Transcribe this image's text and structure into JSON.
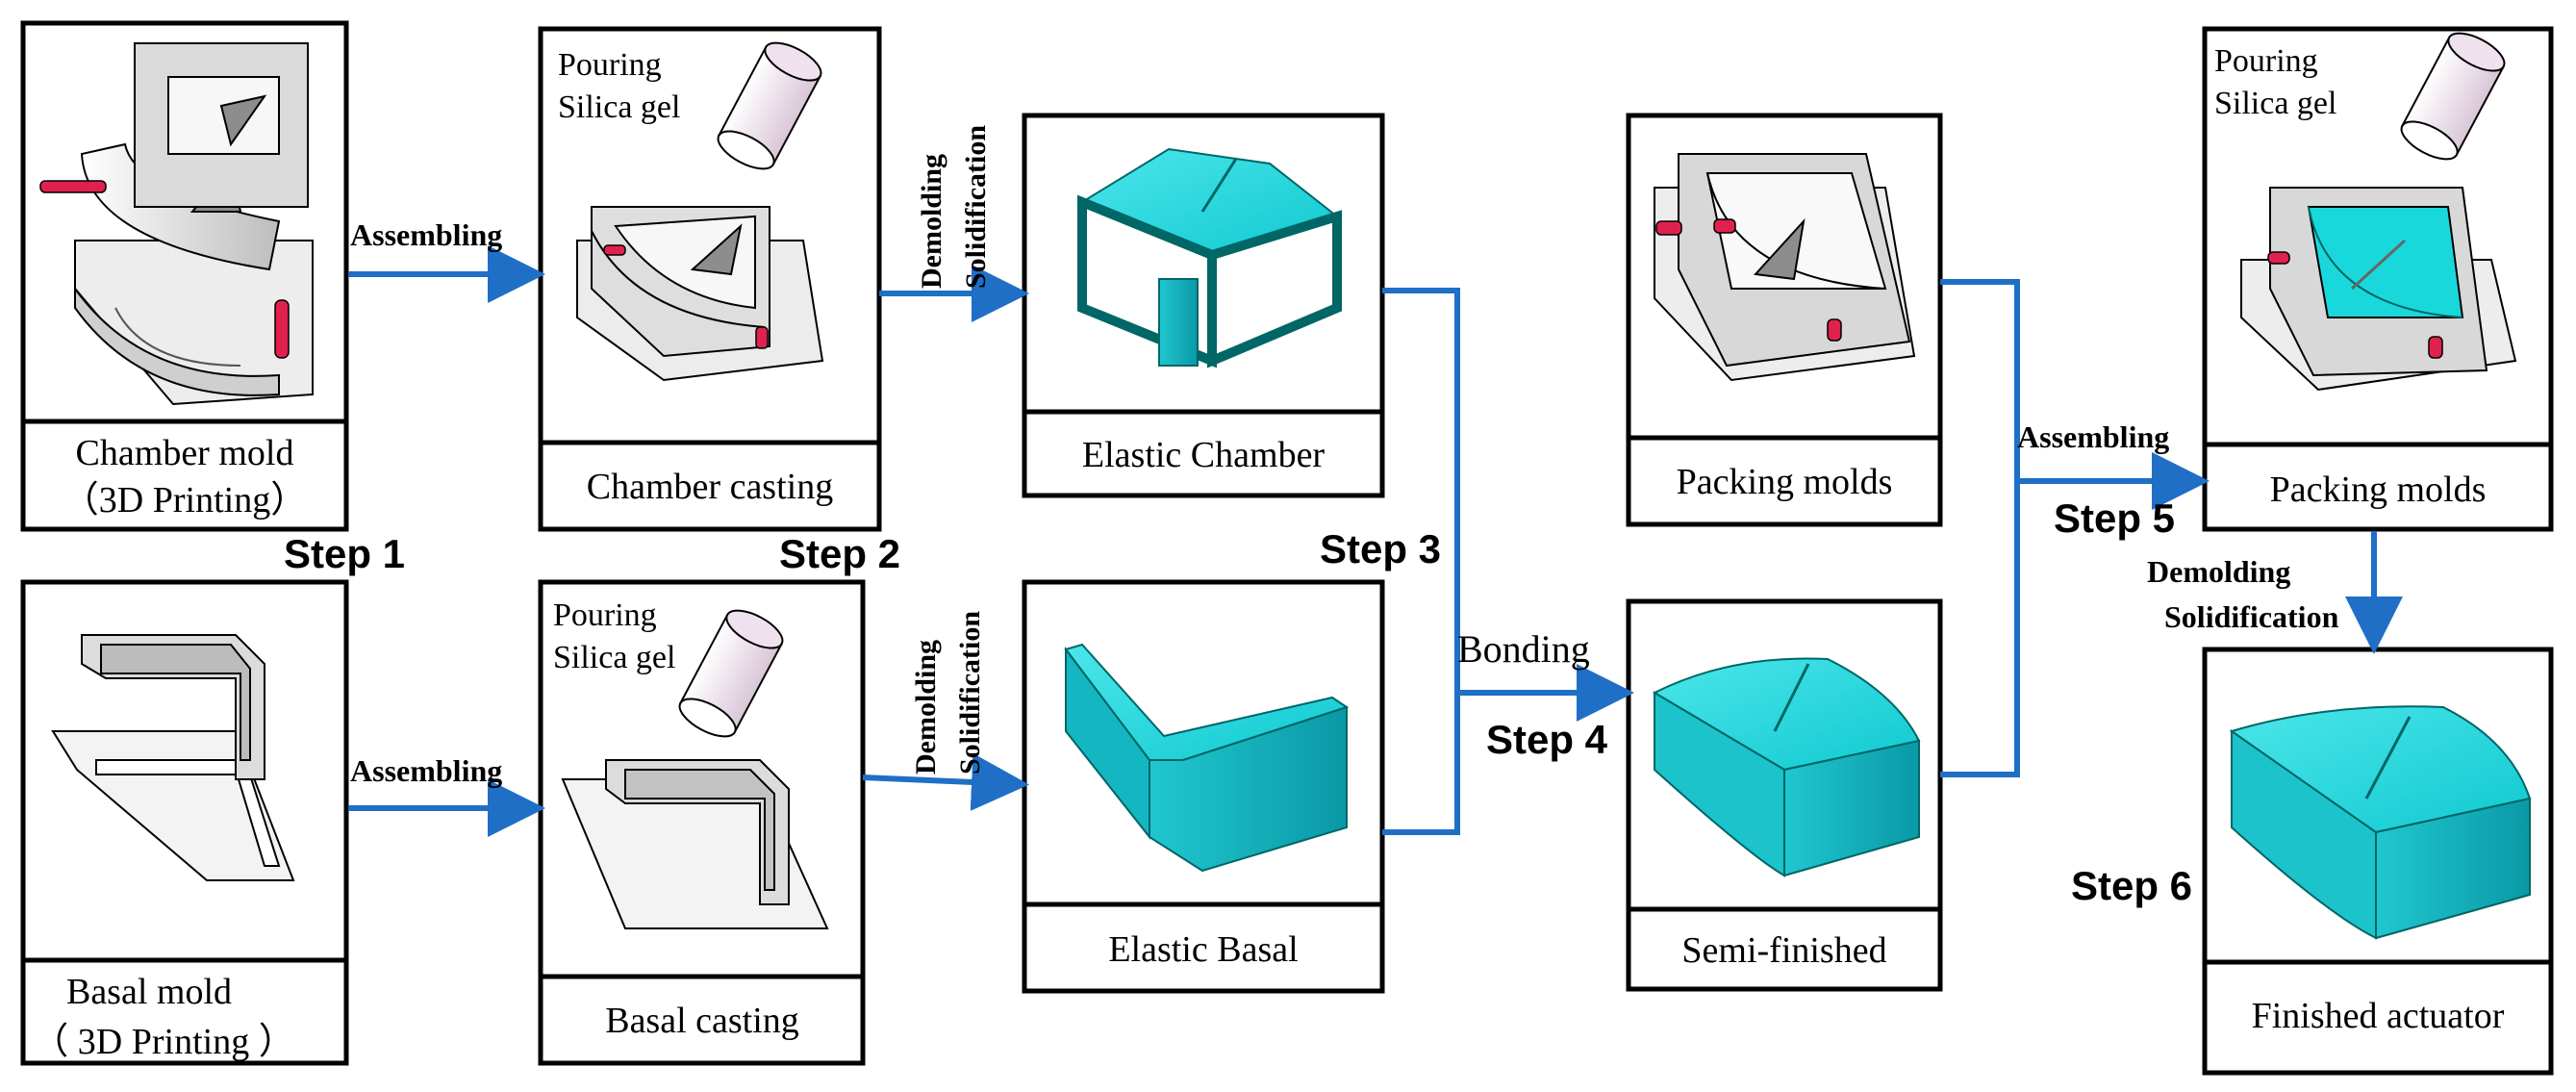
{
  "colors": {
    "arrow": "#1f6fc6",
    "silicone": "#19d8dc",
    "silicone_side": "#0fb7c2",
    "mold_light": "#f2f2f2",
    "mold_mid": "#d2d2d2",
    "mold_dark": "#9a9a9a",
    "pin": "#e0214e",
    "cylinder": "#f3e6f2"
  },
  "boxes": {
    "chamber_mold": {
      "label_line1": "Chamber mold",
      "label_line2": "（3D Printing）"
    },
    "chamber_casting": {
      "pour_line1": "Pouring",
      "pour_line2": "Silica gel",
      "label": "Chamber casting"
    },
    "elastic_chamber": {
      "label": "Elastic Chamber"
    },
    "packing_molds_1": {
      "label": "Packing molds"
    },
    "packing_molds_2": {
      "pour_line1": "Pouring",
      "pour_line2": "Silica gel",
      "label": "Packing molds"
    },
    "basal_mold": {
      "label_line1": "Basal mold",
      "label_line2": "（ 3D Printing ）"
    },
    "basal_casting": {
      "pour_line1": "Pouring",
      "pour_line2": "Silica gel",
      "label": "Basal casting"
    },
    "elastic_basal": {
      "label": "Elastic Basal"
    },
    "semi_finished": {
      "label": "Semi-finished"
    },
    "finished": {
      "label": "Finished actuator"
    }
  },
  "steps": {
    "step1": "Step 1",
    "step2": "Step 2",
    "step3": "Step 3",
    "step4": "Step 4",
    "step5": "Step 5",
    "step6": "Step 6"
  },
  "actions": {
    "assembling_top": "Assembling",
    "assembling_bottom": "Assembling",
    "assembling_right": "Assembling",
    "demold_top_1": "Demolding",
    "demold_top_2": "Solidification",
    "demold_bottom_1": "Demolding",
    "demold_bottom_2": "Solidification",
    "demold_right_1": "Demolding",
    "demold_right_2": "Solidification",
    "bonding": "Bonding"
  }
}
